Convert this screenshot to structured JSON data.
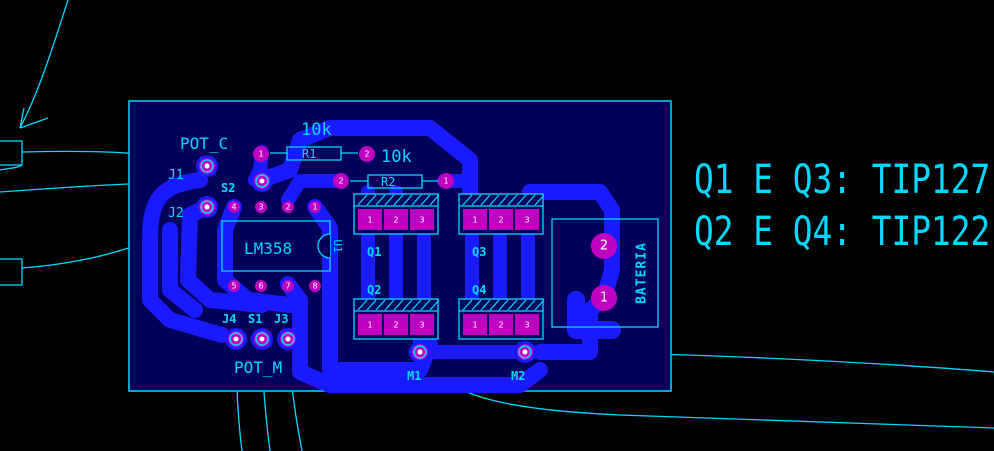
{
  "board": {
    "colors": {
      "background": "#000000",
      "board_fill": "#00005a",
      "outline": "#00d8ff",
      "copper": "#1a1aff",
      "pad_ring": "#c000c0",
      "pad_hole": "#ffffff",
      "ratsnest": "#00d8ff"
    },
    "labels": {
      "pot_c": "POT_C",
      "j1": "J1",
      "j2": "J2",
      "s2": "S2",
      "r1_value": "10k",
      "r1": "R1",
      "r2_value": "10k",
      "r2": "R2",
      "ic": "LM358",
      "ic_ref": "U1",
      "q1": "Q1",
      "q2": "Q2",
      "q3": "Q3",
      "q4": "Q4",
      "bateria": "BATERIA",
      "j4": "J4",
      "s1": "S1",
      "j3": "J3",
      "pot_m": "POT_M",
      "m1": "M1",
      "m2": "M2"
    },
    "pad_numbers": {
      "r1_left": "1",
      "r1_right": "2",
      "r2_left": "2",
      "r2_right": "1",
      "ic_top": [
        "4",
        "3",
        "2",
        "1"
      ],
      "ic_bottom": [
        "5",
        "6",
        "7",
        "8"
      ],
      "transistor": [
        "1",
        "2",
        "3"
      ],
      "bat_top": "2",
      "bat_bottom": "1"
    }
  },
  "notes": {
    "line1": "Q1 E Q3: TIP127",
    "line2": "Q2 E Q4: TIP122"
  }
}
